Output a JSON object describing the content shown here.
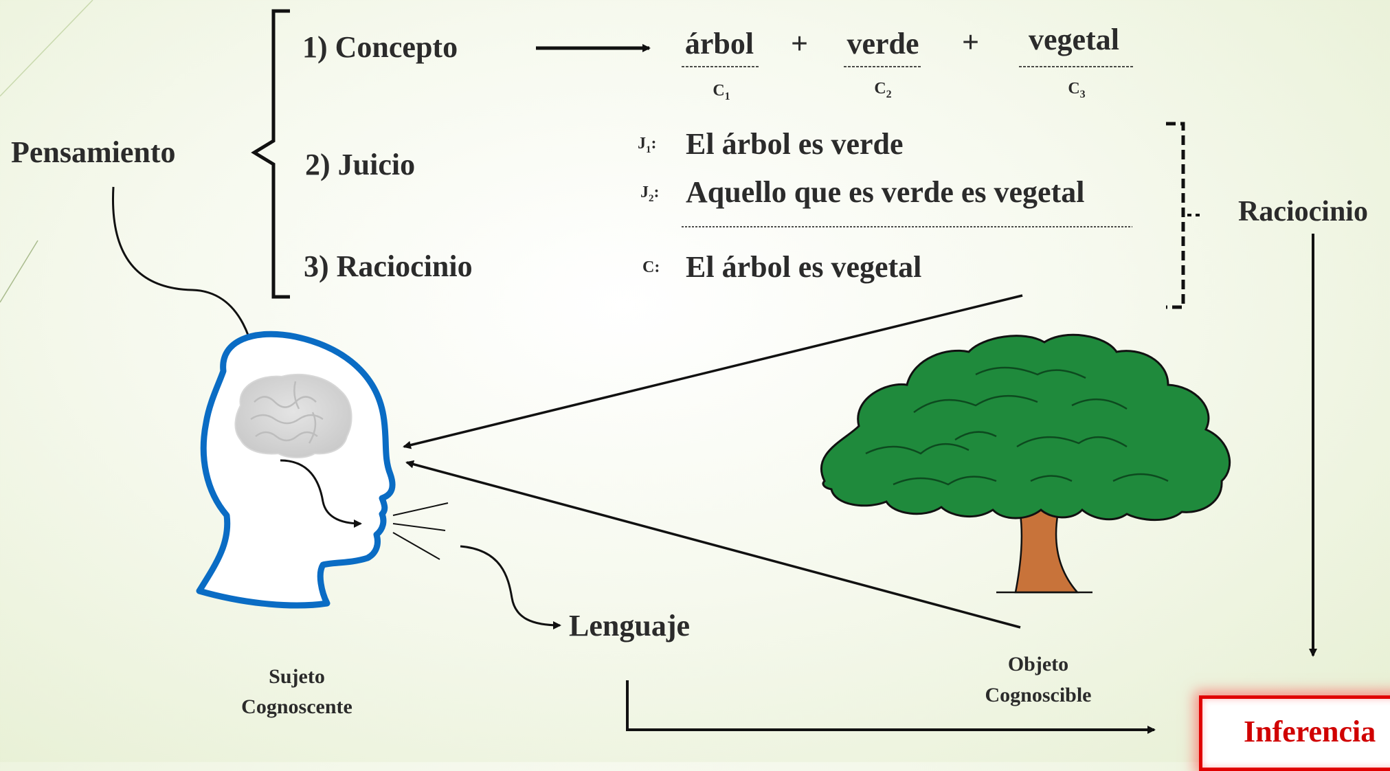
{
  "pensamiento": "Pensamiento",
  "steps": {
    "concepto": "1) Concepto",
    "juicio": "2) Juicio",
    "raciocinio": "3) Raciocinio"
  },
  "concepts": [
    {
      "word": "árbol",
      "label": "C",
      "index": "1"
    },
    {
      "word": "verde",
      "label": "C",
      "index": "2"
    },
    {
      "word": "vegetal",
      "label": "C",
      "index": "3"
    }
  ],
  "plus": "+",
  "judgments": [
    {
      "label": "J",
      "index": "1",
      "colon": ":",
      "text": "El árbol es verde"
    },
    {
      "label": "J",
      "index": "2",
      "colon": ":",
      "text": "Aquello que es verde es vegetal"
    }
  ],
  "conclusion": {
    "label": "C:",
    "text": "El árbol es vegetal"
  },
  "raciocinio_right": "Raciocinio",
  "lenguaje": "Lenguaje",
  "sujeto": {
    "line1": "Sujeto",
    "line2": "Cognoscente"
  },
  "objeto": {
    "line1": "Objeto",
    "line2": "Cognoscible"
  },
  "inferencia": "Inferencia",
  "colors": {
    "accent_red": "#d00000",
    "head_outline": "#0a6cc4",
    "tree_green": "#1f8a3c",
    "trunk": "#c8733a"
  }
}
